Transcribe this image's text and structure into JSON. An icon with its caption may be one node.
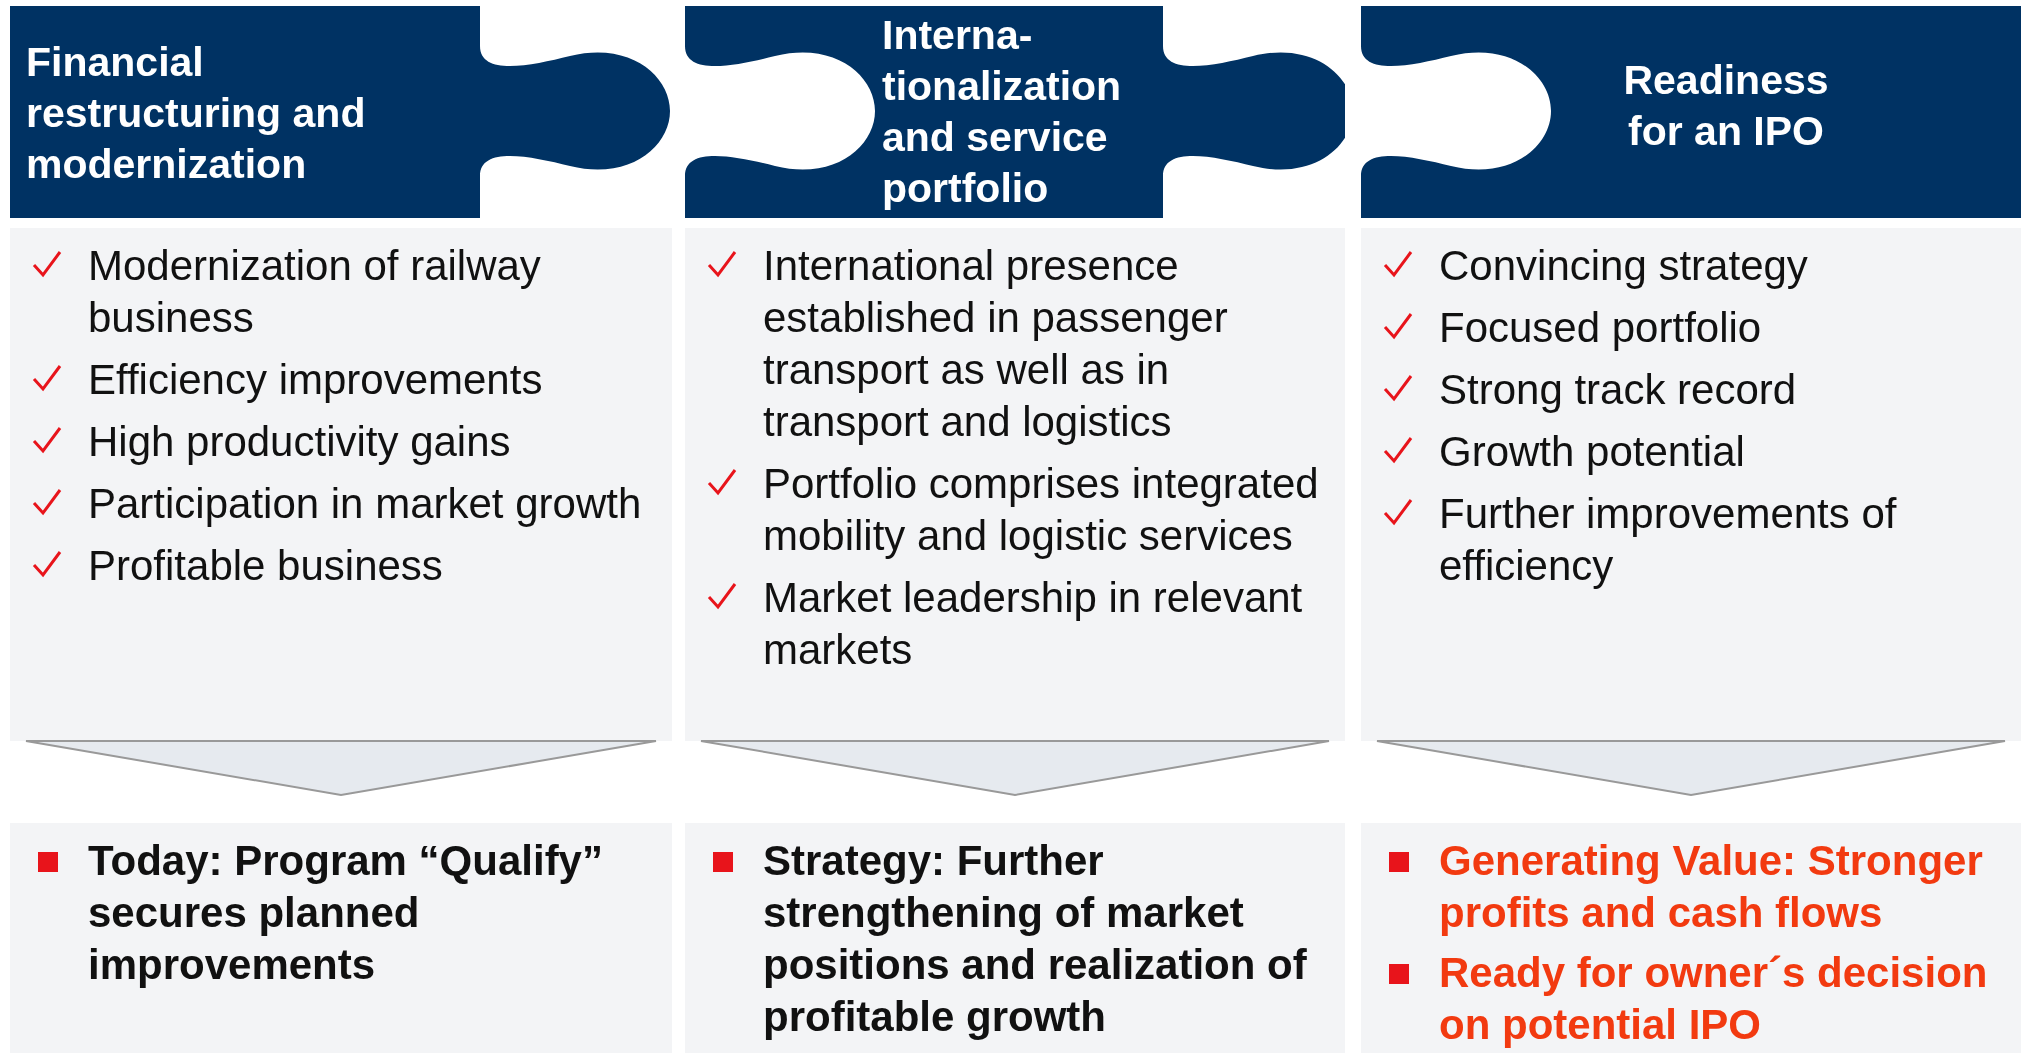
{
  "diagram": {
    "nodes": [
      {
        "text": [
          "Financial restructuring and modernization"
        ]
      },
      {
        "text": [
          "Interna-tionalization and service portfolio"
        ]
      },
      {
        "text": [
          "Readiness for an IPO"
        ]
      },
      {
        "text": [
          "Modernization of railway business",
          "Efficiency improvements",
          "High productivity gains",
          "Participation in market growth",
          "Profitable business"
        ]
      },
      {
        "text": [
          "International presence established in passenger transport as well as in transport and logistics",
          "Portfolio comprises integrated mobility and logistic services",
          "Market leadership in relevant markets"
        ]
      },
      {
        "text": [
          "Convincing strategy",
          "Focused portfolio",
          "Strong track record",
          "Growth potential",
          "Further improvements of efficiency"
        ]
      },
      {
        "text": [
          "Today: Program “Qualify” secures planned improvements"
        ]
      },
      {
        "text": [
          "Strategy: Further strengthening of market positions and realization of profitable growth"
        ]
      },
      {
        "text": [
          "Generating Value: Stronger profits and cash flows",
          "Ready for owner´s decision on potential IPO"
        ]
      }
    ],
    "edges": [
      {
        "from": 3,
        "to": 6,
        "arrow": "to"
      },
      {
        "from": 4,
        "to": 7,
        "arrow": "to"
      },
      {
        "from": 5,
        "to": 8,
        "arrow": "to"
      }
    ]
  }
}
